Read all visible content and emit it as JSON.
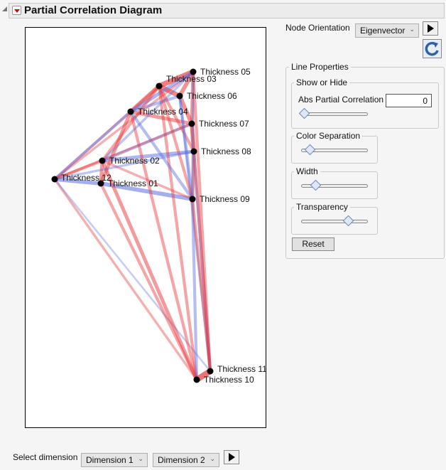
{
  "header": {
    "title": "Partial Correlation Diagram"
  },
  "controls": {
    "node_orientation_label": "Node Orientation",
    "node_orientation_value": "Eigenvector",
    "line_properties": "Line Properties",
    "show_or_hide": "Show or Hide",
    "abs_partial_correlation_label": "Abs Partial Correlation",
    "abs_partial_correlation_value": "0",
    "abs_partial_correlation_slider": 0,
    "color_separation": "Color Separation",
    "color_separation_slider": 0.1,
    "width": "Width",
    "width_slider": 0.2,
    "transparency": "Transparency",
    "transparency_slider": 0.76,
    "reset": "Reset"
  },
  "footer": {
    "select_dimension": "Select dimension",
    "dim1": "Dimension 1",
    "dim2": "Dimension 2"
  },
  "colors": {
    "positive": "#e8383a",
    "negative": "#5b6ee0"
  },
  "nodes": [
    "Thickness 01",
    "Thickness 02",
    "Thickness 03",
    "Thickness 04",
    "Thickness 05",
    "Thickness 06",
    "Thickness 07",
    "Thickness 08",
    "Thickness 09",
    "Thickness 10",
    "Thickness 11",
    "Thickness 12"
  ],
  "edges": [
    [
      "Thickness 05",
      "Thickness 03",
      0.8
    ],
    [
      "Thickness 05",
      "Thickness 06",
      0.6
    ],
    [
      "Thickness 03",
      "Thickness 06",
      0.7
    ],
    [
      "Thickness 03",
      "Thickness 04",
      0.6
    ],
    [
      "Thickness 04",
      "Thickness 07",
      0.5
    ],
    [
      "Thickness 06",
      "Thickness 07",
      0.6
    ],
    [
      "Thickness 07",
      "Thickness 08",
      0.6
    ],
    [
      "Thickness 08",
      "Thickness 09",
      0.5
    ],
    [
      "Thickness 05",
      "Thickness 07",
      0.5
    ],
    [
      "Thickness 10",
      "Thickness 11",
      0.9
    ],
    [
      "Thickness 12",
      "Thickness 01",
      -0.6
    ],
    [
      "Thickness 01",
      "Thickness 09",
      -0.6
    ],
    [
      "Thickness 02",
      "Thickness 08",
      -0.5
    ],
    [
      "Thickness 12",
      "Thickness 05",
      0.3
    ],
    [
      "Thickness 12",
      "Thickness 03",
      0.3
    ],
    [
      "Thickness 12",
      "Thickness 04",
      -0.4
    ],
    [
      "Thickness 12",
      "Thickness 10",
      0.3
    ],
    [
      "Thickness 12",
      "Thickness 11",
      -0.2
    ],
    [
      "Thickness 02",
      "Thickness 10",
      0.5
    ],
    [
      "Thickness 01",
      "Thickness 10",
      0.4
    ],
    [
      "Thickness 04",
      "Thickness 10",
      0.4
    ],
    [
      "Thickness 03",
      "Thickness 10",
      0.4
    ],
    [
      "Thickness 09",
      "Thickness 10",
      -0.4
    ],
    [
      "Thickness 08",
      "Thickness 11",
      -0.4
    ],
    [
      "Thickness 07",
      "Thickness 11",
      0.4
    ],
    [
      "Thickness 06",
      "Thickness 11",
      -0.3
    ],
    [
      "Thickness 05",
      "Thickness 11",
      0.4
    ],
    [
      "Thickness 09",
      "Thickness 11",
      0.4
    ],
    [
      "Thickness 04",
      "Thickness 05",
      -0.5
    ],
    [
      "Thickness 04",
      "Thickness 06",
      -0.4
    ],
    [
      "Thickness 02",
      "Thickness 03",
      0.4
    ],
    [
      "Thickness 02",
      "Thickness 05",
      -0.3
    ],
    [
      "Thickness 01",
      "Thickness 04",
      0.5
    ],
    [
      "Thickness 02",
      "Thickness 07",
      -0.4
    ],
    [
      "Thickness 04",
      "Thickness 09",
      -0.4
    ],
    [
      "Thickness 03",
      "Thickness 08",
      0.4
    ],
    [
      "Thickness 06",
      "Thickness 09",
      -0.4
    ],
    [
      "Thickness 02",
      "Thickness 09",
      0.3
    ],
    [
      "Thickness 12",
      "Thickness 02",
      0.4
    ],
    [
      "Thickness 01",
      "Thickness 02",
      0.5
    ],
    [
      "Thickness 03",
      "Thickness 09",
      0.4
    ],
    [
      "Thickness 05",
      "Thickness 09",
      -0.3
    ],
    [
      "Thickness 12",
      "Thickness 07",
      0.3
    ],
    [
      "Thickness 12",
      "Thickness 08",
      -0.3
    ]
  ]
}
